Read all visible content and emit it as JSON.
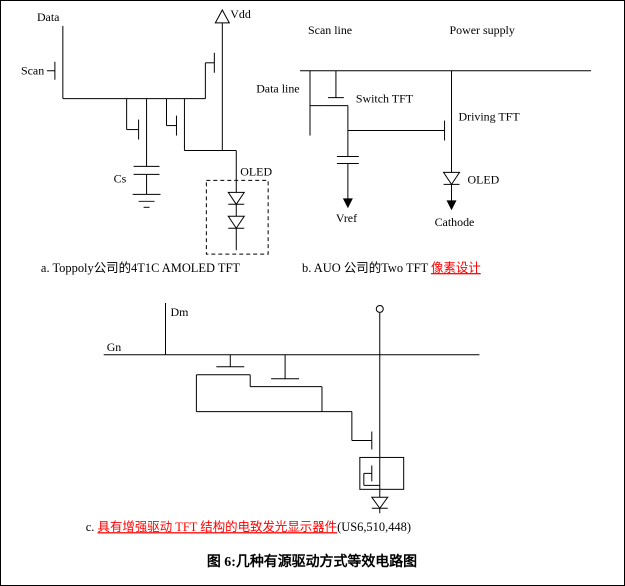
{
  "colors": {
    "background": "#ffffff",
    "wire": "#000000",
    "highlight": "#ff0000"
  },
  "circuit_a": {
    "labels": {
      "data": "Data",
      "vdd": "Vdd",
      "scan": "Scan",
      "cs": "Cs",
      "oled": "OLED"
    },
    "caption": "a. Toppoly公司的4T1C AMOLED TFT"
  },
  "circuit_b": {
    "labels": {
      "scan_line": "Scan line",
      "power_supply": "Power supply",
      "data_line": "Data line",
      "switch_tft": "Switch TFT",
      "driving_tft": "Driving TFT",
      "vref": "Vref",
      "oled": "OLED",
      "cathode": "Cathode"
    },
    "caption_black": "b. AUO 公司的Two TFT ",
    "caption_red": "像素设计"
  },
  "circuit_c": {
    "labels": {
      "dm": "Dm",
      "gn": "Gn"
    },
    "caption_black": "c. ",
    "caption_red": "具有增强驱动 TFT 结构的电致发光显示器件",
    "caption_suffix": "(US6,510,448)"
  },
  "figure_title": "图 6:几种有源驱动方式等效电路图"
}
